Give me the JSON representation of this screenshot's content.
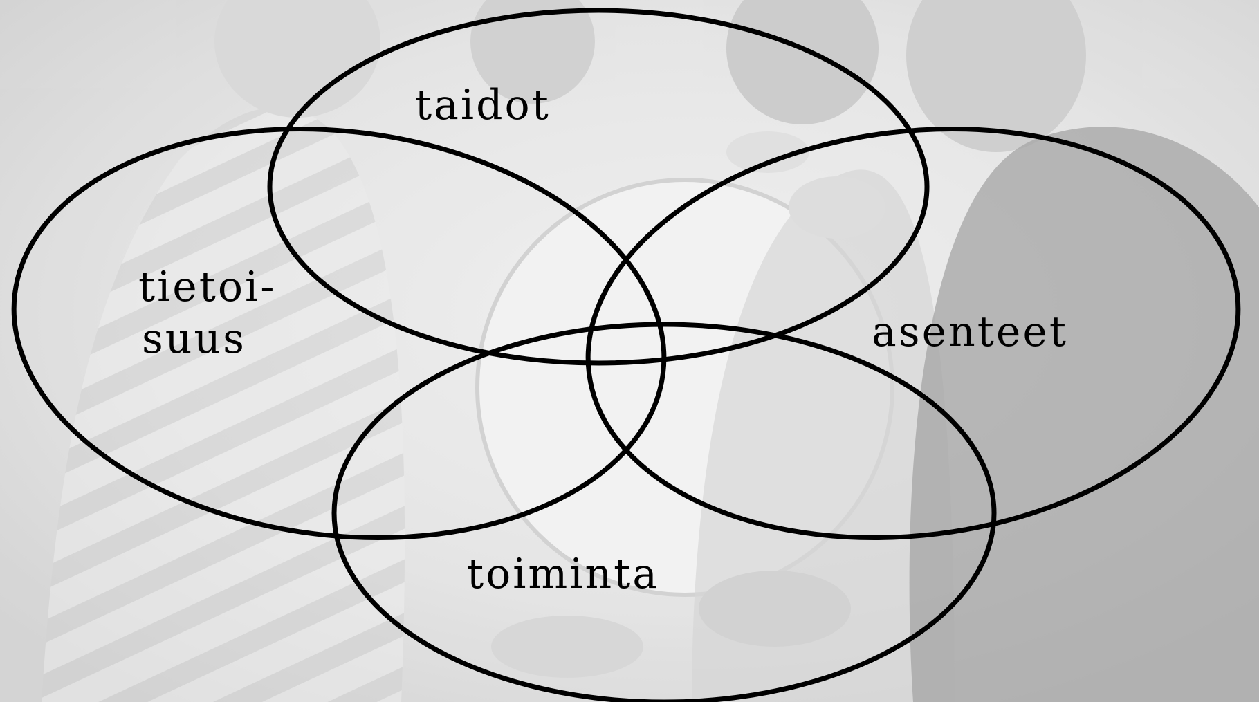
{
  "diagram": {
    "type": "venn",
    "labels": {
      "top": "taidot",
      "left_line1": "tietoi-",
      "left_line2": "suus",
      "right": "asenteet",
      "bottom": "toiminta"
    },
    "background_photo": "grayscale-children-around-globe",
    "colors": {
      "stroke": "#000000",
      "background": "#e9e9e9"
    }
  }
}
